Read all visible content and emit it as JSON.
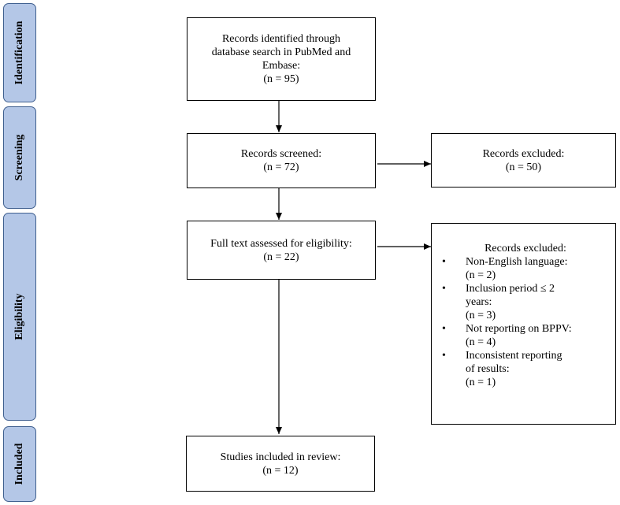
{
  "stages": [
    "Identification",
    "Screening",
    "Eligibility",
    "Included"
  ],
  "boxes": {
    "identified": [
      "Records identified through",
      "database search in PubMed and",
      "Embase:",
      "(n = 95)"
    ],
    "screened": [
      "Records screened:",
      "(n = 72)"
    ],
    "excluded1": [
      "Records excluded:",
      "(n = 50)"
    ],
    "fulltext": [
      "Full text assessed for eligibility:",
      "(n = 22)"
    ],
    "included": [
      "Studies included in review:",
      "(n = 12)"
    ]
  },
  "excluded2": {
    "title": "Records excluded:",
    "items": [
      {
        "label": [
          "Non-English language:"
        ],
        "count": "(n = 2)"
      },
      {
        "label": [
          "Inclusion period ≤ 2",
          "years:"
        ],
        "count": "(n = 3)"
      },
      {
        "label": [
          "Not reporting on BPPV:"
        ],
        "count": "(n = 4)"
      },
      {
        "label": [
          "Inconsistent reporting",
          "of results:"
        ],
        "count": "(n = 1)"
      }
    ]
  }
}
